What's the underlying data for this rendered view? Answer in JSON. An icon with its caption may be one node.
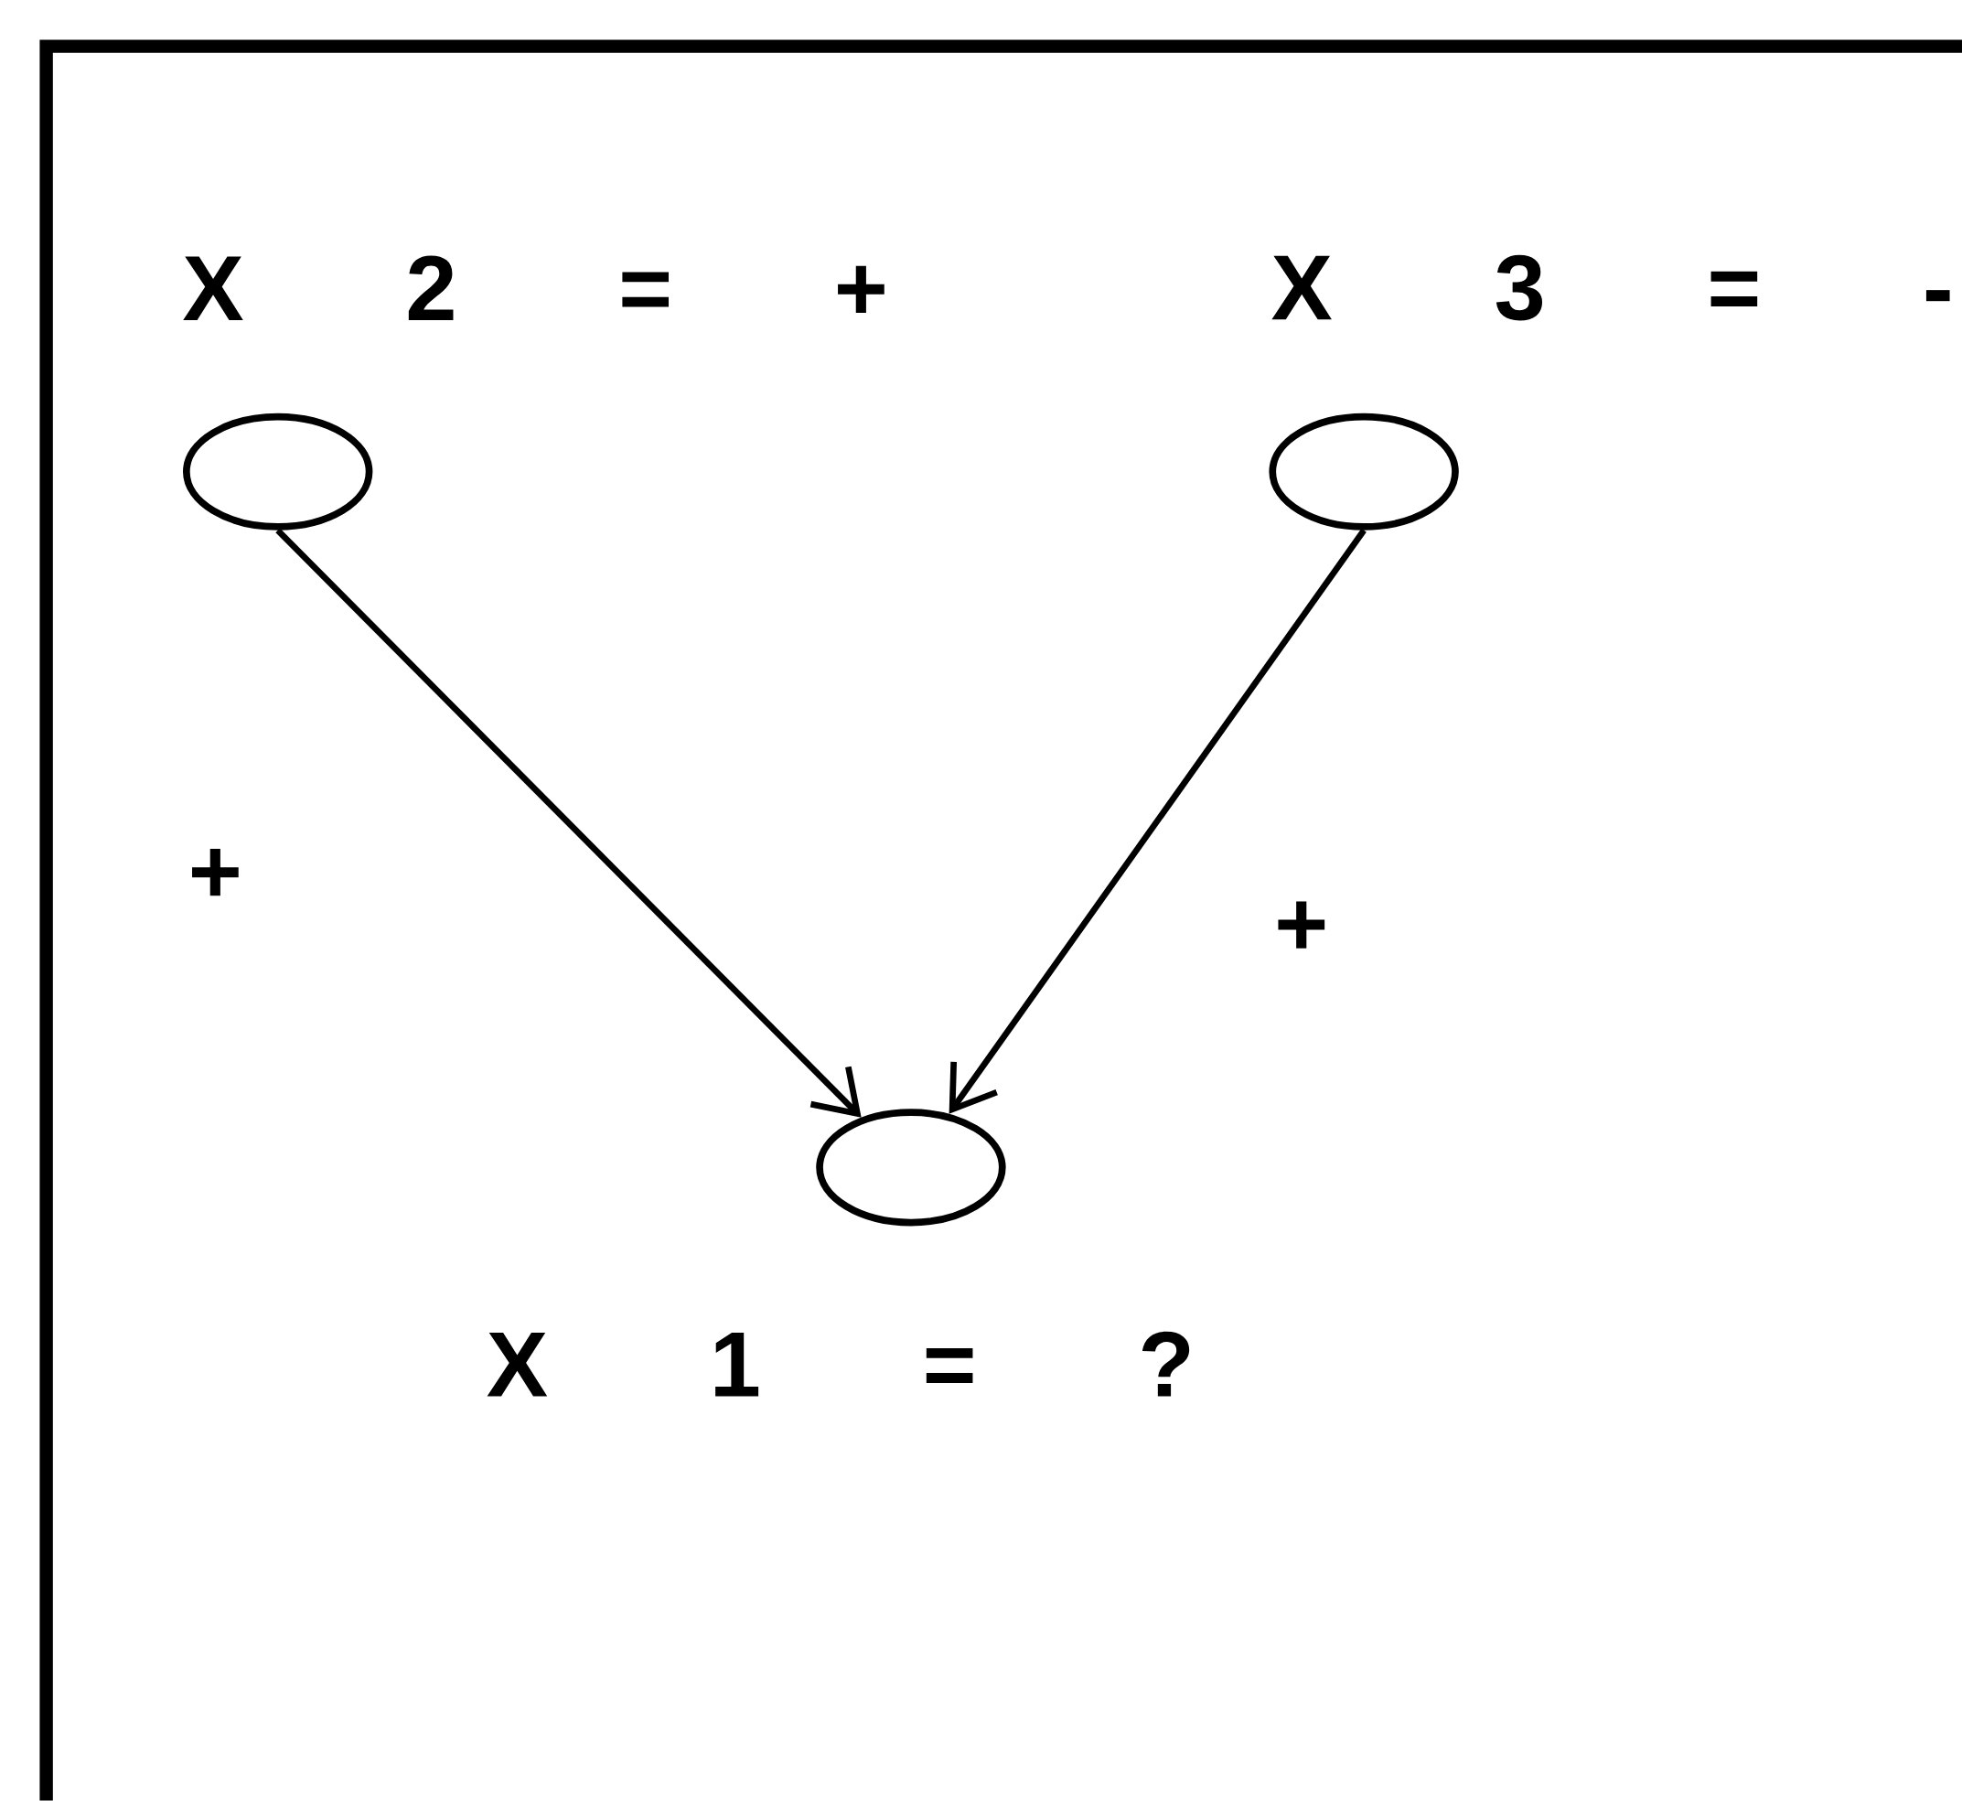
{
  "diagram": {
    "nodes": [
      {
        "text": [
          "X 2 = +"
        ]
      },
      {
        "text": [
          "X 3 = -"
        ]
      },
      {
        "text": [
          "X 1 = ?"
        ]
      }
    ],
    "edges": [
      {
        "from": 0,
        "to": 2,
        "arrow": "to",
        "label": "+"
      },
      {
        "from": 1,
        "to": 2,
        "arrow": "to",
        "label": "+"
      }
    ]
  }
}
